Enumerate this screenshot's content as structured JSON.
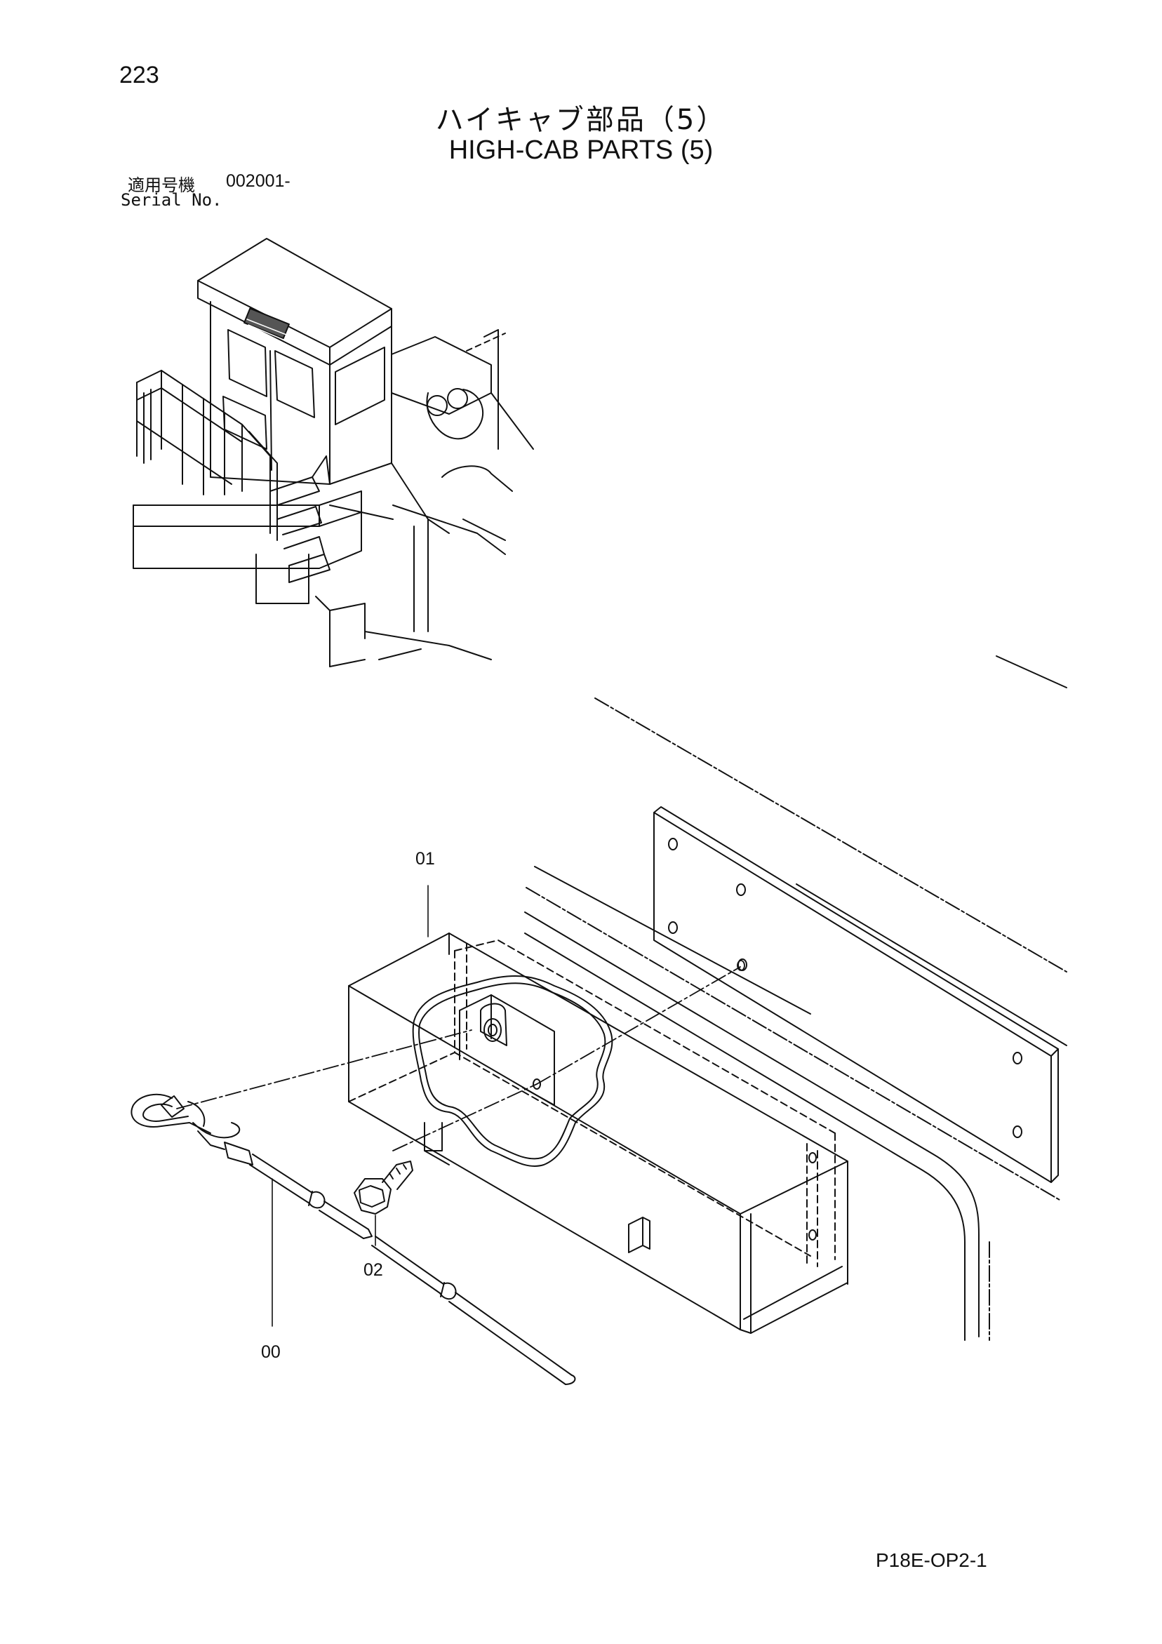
{
  "page": {
    "number": "223",
    "title_jp": "ハイキャブ部品（5）",
    "title_en": "HIGH-CAB PARTS (5)",
    "serial_label_jp": "適用号機",
    "serial_label_en": "Serial No.",
    "serial_value": "002001-",
    "drawing_code": "P18E-OP2-1"
  },
  "callouts": [
    {
      "id": "part-01",
      "label": "01"
    },
    {
      "id": "part-02",
      "label": "02"
    },
    {
      "id": "part-00",
      "label": "00"
    }
  ]
}
